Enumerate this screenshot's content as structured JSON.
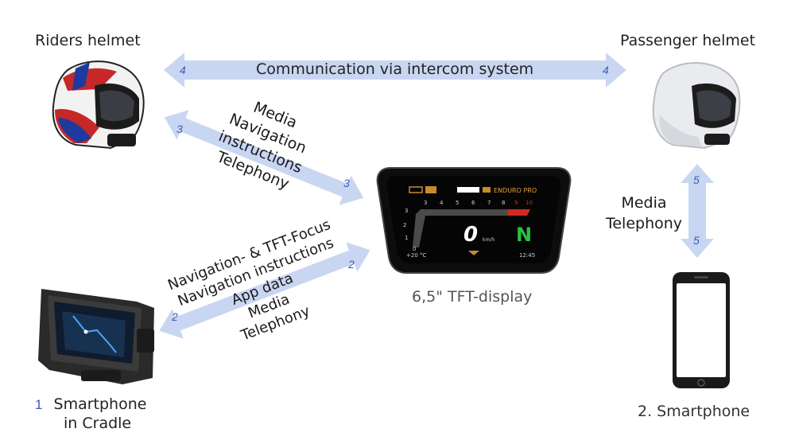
{
  "nodes": {
    "riders_helmet": "Riders helmet",
    "passenger_helmet": "Passenger helmet",
    "tft_display": "6,5\" TFT-display",
    "smartphone_cradle_num": "1",
    "smartphone_cradle_line1": "Smartphone",
    "smartphone_cradle_line2": "in Cradle",
    "smartphone": "2. Smartphone"
  },
  "links": {
    "intercom": {
      "text": "Communication via intercom system",
      "num_left": "4",
      "num_right": "4"
    },
    "helmet_tft": {
      "lines": [
        "Media",
        "Navigation",
        "instructions",
        "Telephony"
      ],
      "num_a": "3",
      "num_b": "3"
    },
    "cradle_tft": {
      "lines": [
        "Navigation- & TFT-Focus",
        "Navigation instructions",
        "App data",
        "Media",
        "Telephony"
      ],
      "num_a": "2",
      "num_b": "2"
    },
    "phone_helmet": {
      "lines": [
        "Media",
        "Telephony"
      ],
      "num_a": "5",
      "num_b": "5"
    }
  },
  "tft": {
    "mode": "ENDURO PRO",
    "speed": "0",
    "speed_unit": "km/h",
    "gear": "N",
    "temp": "+20 °C",
    "clock": "12:45",
    "rpm_ticks": [
      "1",
      "2",
      "3",
      "4",
      "5",
      "6",
      "7",
      "8",
      "9",
      "10"
    ],
    "rpm_left": [
      "0",
      "1",
      "2",
      "3"
    ]
  },
  "colors": {
    "arrow": "#c9d6f2",
    "number": "#3a5bb8",
    "redline": "#d22a1e",
    "gear": "#29c244"
  }
}
